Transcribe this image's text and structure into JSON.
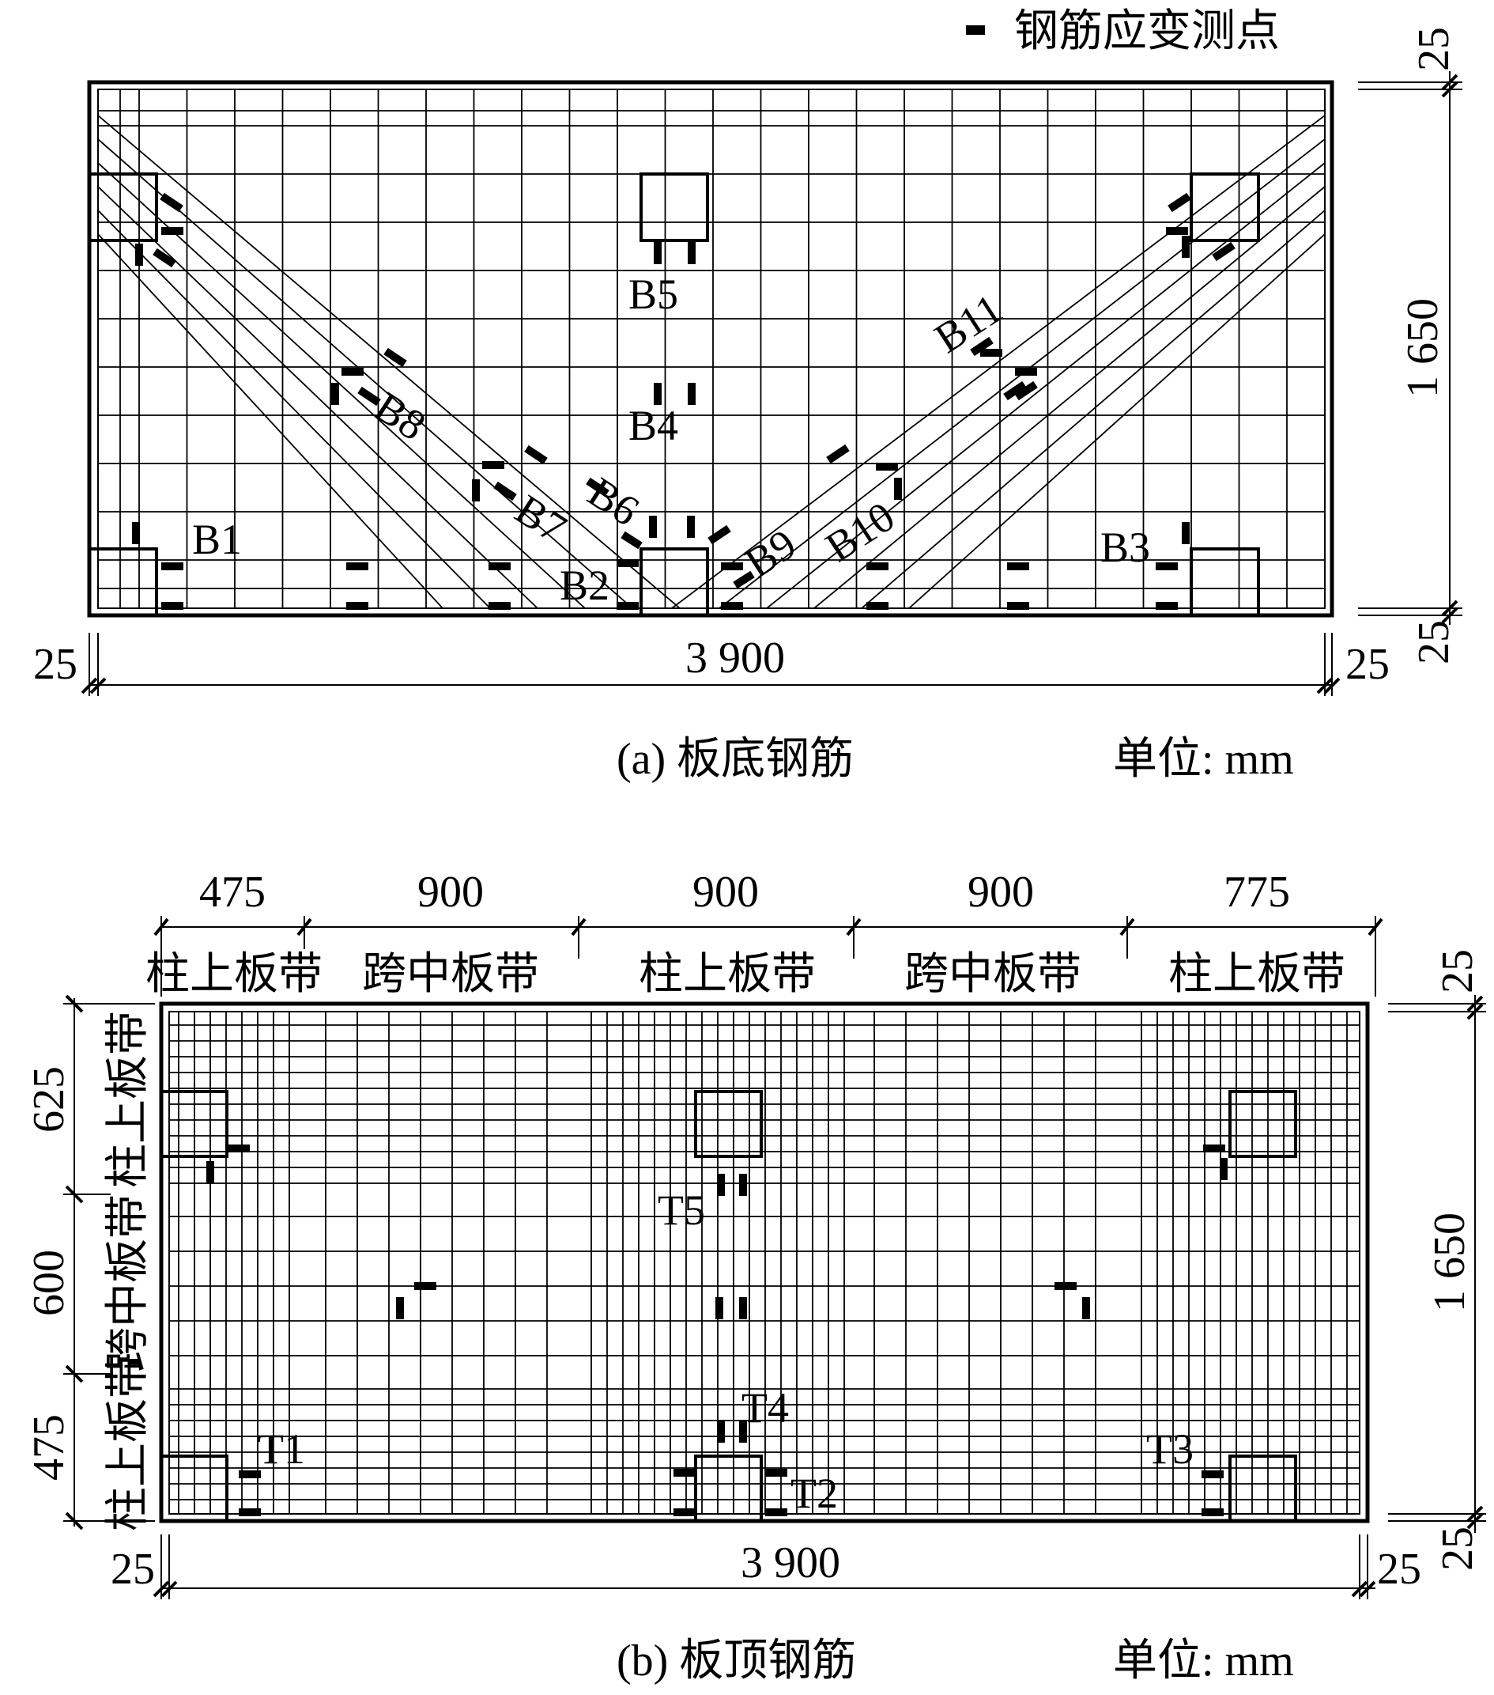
{
  "legend": {
    "text": "钢筋应变测点"
  },
  "unit_label": "单位: mm",
  "panel_a": {
    "caption": "(a) 板底钢筋",
    "dims": {
      "width": "3 900",
      "height": "1 650",
      "edge": "25"
    },
    "gauges": [
      "B1",
      "B2",
      "B3",
      "B4",
      "B5",
      "B6",
      "B7",
      "B8",
      "B9",
      "B10",
      "B11"
    ]
  },
  "panel_b": {
    "caption": "(b) 板顶钢筋",
    "dims": {
      "width": "3 900",
      "height": "1 650",
      "edge": "25"
    },
    "top_spans": [
      "475",
      "900",
      "900",
      "900",
      "775"
    ],
    "top_strips": [
      "柱上板带",
      "跨中板带",
      "柱上板带",
      "跨中板带",
      "柱上板带"
    ],
    "left_spans": [
      "625",
      "600",
      "475"
    ],
    "left_strips": [
      "柱上板带",
      "跨中板带",
      "柱上板带"
    ],
    "gauges": [
      "T1",
      "T2",
      "T3",
      "T4",
      "T5"
    ]
  },
  "colors": {
    "ink": "#000000",
    "paper": "#ffffff"
  }
}
